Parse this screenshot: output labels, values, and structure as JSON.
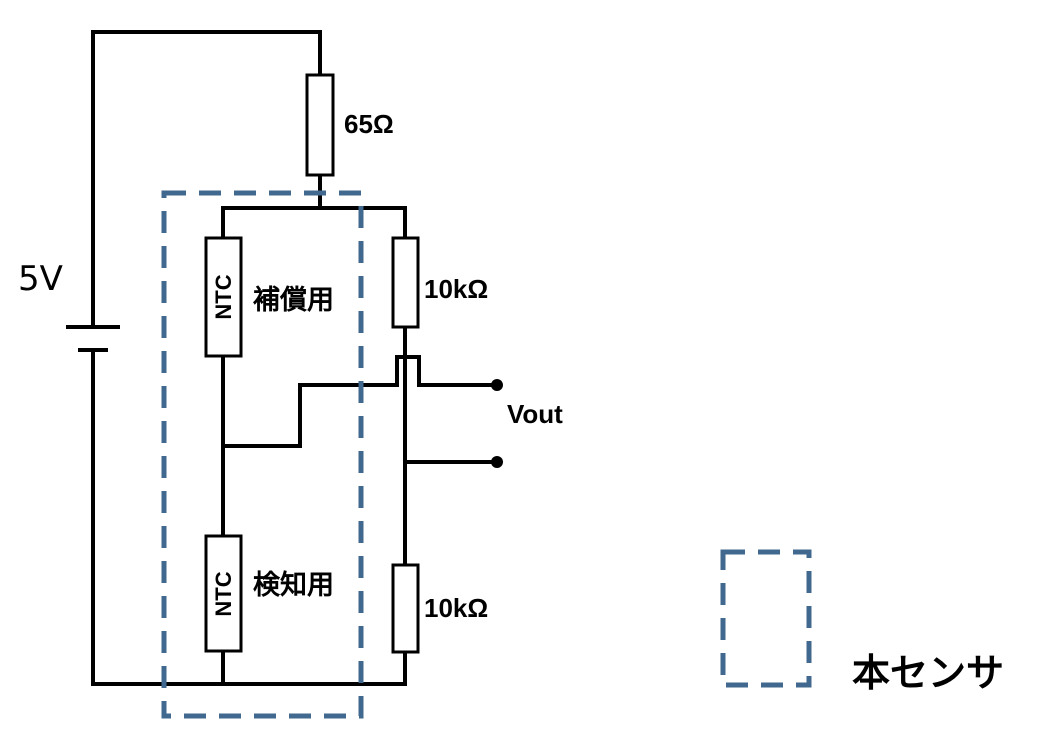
{
  "diagram": {
    "supply": {
      "label": "5V"
    },
    "top_resistor": {
      "label": "65Ω"
    },
    "bridge_upper_resistor": {
      "label": "10kΩ"
    },
    "bridge_lower_resistor": {
      "label": "10kΩ"
    },
    "compensation_thermistor": {
      "element_label": "NTC",
      "role_label": "補償用"
    },
    "detection_thermistor": {
      "element_label": "NTC",
      "role_label": "検知用"
    },
    "output": {
      "label": "Vout"
    },
    "legend": {
      "label": "本センサ"
    },
    "colors": {
      "wire": "#000000",
      "sensor_boundary": "#41688e",
      "background": "#ffffff"
    }
  }
}
